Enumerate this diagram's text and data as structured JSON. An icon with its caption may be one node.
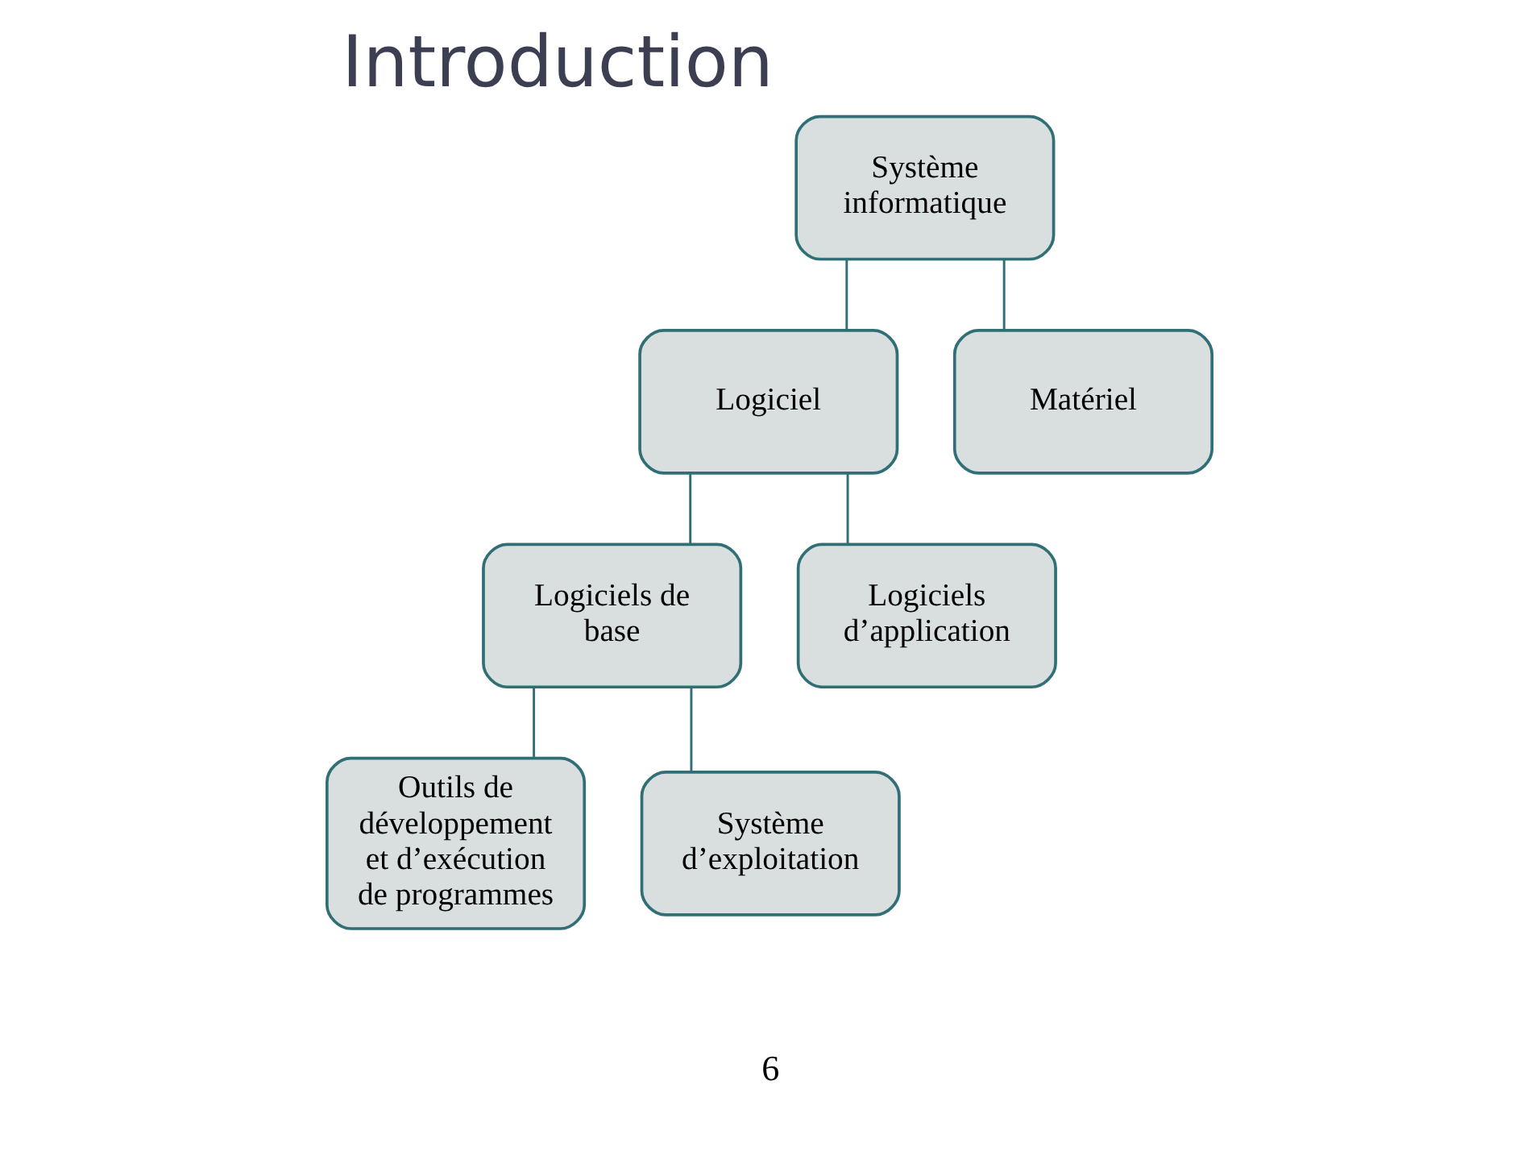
{
  "diagram": {
    "title": "Introduction",
    "nodes": [
      {
        "text": [
          "Système informatique"
        ]
      },
      {
        "text": [
          "Logiciel"
        ]
      },
      {
        "text": [
          "Matériel"
        ]
      },
      {
        "text": [
          "Logiciels de base"
        ]
      },
      {
        "text": [
          "Logiciels d’application"
        ]
      },
      {
        "text": [
          "Outils de développement et d’exécution de programmes"
        ]
      },
      {
        "text": [
          "Système d’exploitation"
        ]
      }
    ],
    "edges": [
      {
        "from": 0,
        "to": 1,
        "arrow": "none"
      },
      {
        "from": 0,
        "to": 2,
        "arrow": "none"
      },
      {
        "from": 1,
        "to": 3,
        "arrow": "none"
      },
      {
        "from": 1,
        "to": 4,
        "arrow": "none"
      },
      {
        "from": 3,
        "to": 5,
        "arrow": "none"
      },
      {
        "from": 3,
        "to": 6,
        "arrow": "none"
      }
    ],
    "labels": [
      "6"
    ]
  }
}
